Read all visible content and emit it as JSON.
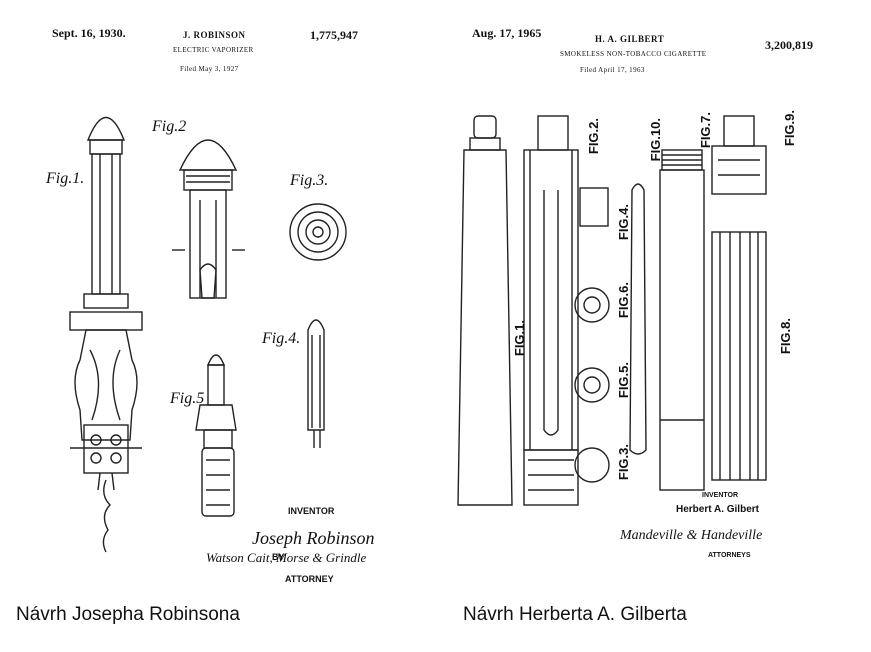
{
  "left_patent": {
    "date": "Sept. 16, 1930.",
    "inventor_header": "J. ROBINSON",
    "patent_number": "1,775,947",
    "title": "ELECTRIC VAPORIZER",
    "filed": "Filed May 3, 1927",
    "figures": [
      "Fig.1.",
      "Fig.2",
      "Fig.3.",
      "Fig.4.",
      "Fig.5"
    ],
    "inventor_label": "INVENTOR",
    "by_label": "BY",
    "attorney_label": "ATTORNEY",
    "caption": "Návrh Josepha Robinsona"
  },
  "right_patent": {
    "date": "Aug. 17, 1965",
    "inventor_header": "H. A. GILBERT",
    "patent_number": "3,200,819",
    "title": "SMOKELESS NON-TOBACCO CIGARETTE",
    "filed": "Filed April 17, 1963",
    "figures": [
      "FIG.2.",
      "FIG.10.",
      "FIG.7.",
      "FIG.9.",
      "FIG.4.",
      "FIG.1.",
      "FIG.6.",
      "FIG.8.",
      "FIG.5.",
      "FIG.3."
    ],
    "inventor_label": "INVENTOR",
    "inventor_name": "Herbert A. Gilbert",
    "attorneys_label": "ATTORNEYS",
    "caption": "Návrh Herberta A. Gilberta"
  }
}
